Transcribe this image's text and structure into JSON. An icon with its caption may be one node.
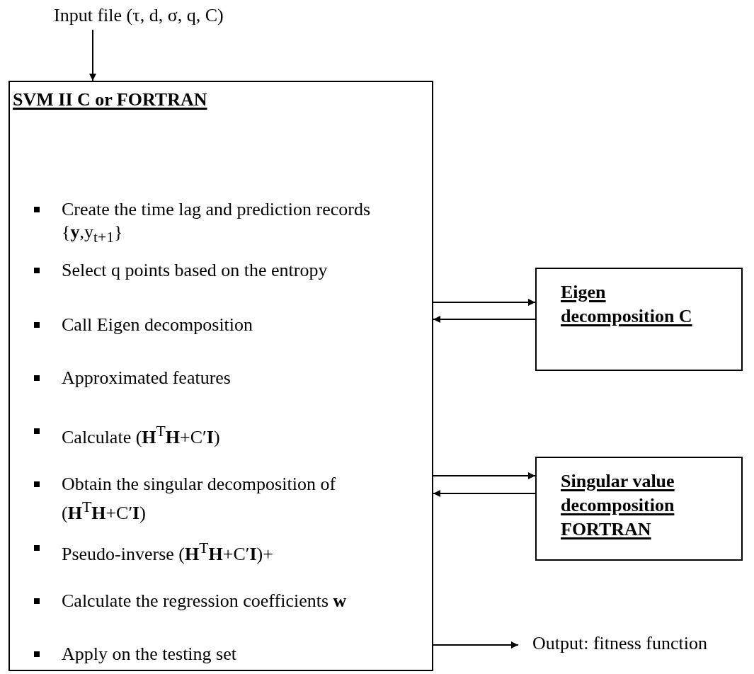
{
  "diagram": {
    "nodes": [
      {
        "text": [
          "Input file (τ, d, σ, q, C)"
        ]
      },
      {
        "text": [
          "SVM II C or FORTRAN",
          "Create the time lag and prediction records {**y**,y$_{t+1}$}",
          "Select q points based on the entropy",
          "Call Eigen decomposition",
          "Approximated features",
          "Calculate (**H**$^{T}$**H**+C′**I**)",
          "Obtain the singular decomposition of (**H**$^{T}$**H**+C′**I**)",
          "Pseudo-inverse (**H**$^{T}$**H**+C′**I**)+",
          "Calculate the regression coefficients **w**",
          "Apply on the testing set"
        ]
      },
      {
        "text": [
          "Eigen decomposition C"
        ]
      },
      {
        "text": [
          "Singular value decomposition FORTRAN"
        ]
      },
      {
        "text": [
          "Output: fitness function"
        ]
      }
    ],
    "edges": [
      {
        "from": 0,
        "to": 1,
        "arrow": "to"
      },
      {
        "from": 1,
        "to": 2,
        "arrow": "to"
      },
      {
        "from": 2,
        "to": 1,
        "arrow": "to"
      },
      {
        "from": 1,
        "to": 3,
        "arrow": "to"
      },
      {
        "from": 3,
        "to": 1,
        "arrow": "to"
      },
      {
        "from": 1,
        "to": 4,
        "arrow": "to"
      }
    ]
  }
}
